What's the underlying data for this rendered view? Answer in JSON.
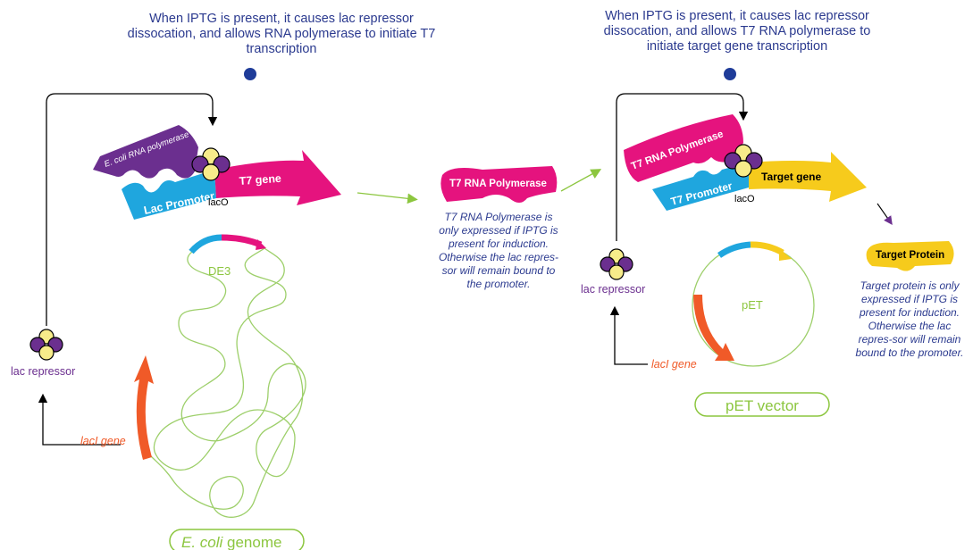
{
  "colors": {
    "caption_blue": "#2b3a8f",
    "magenta": "#e5137e",
    "cyan": "#1fa6de",
    "yellow": "#f6cb1c",
    "purple": "#6b2f8f",
    "orange": "#f05a28",
    "green": "#8cc63f",
    "pale_yellow": "#f7ec8a"
  },
  "left_panel": {
    "caption": "When IPTG is present, it causes lac repressor dissocation, and allows RNA polymerase to initiate T7 transcription",
    "polymerase_label": "E. coli RNA polymerase",
    "promoter_label": "Lac Promoter",
    "gene_label": "T7 gene",
    "operator_label": "lacO",
    "plasmid_label": "DE3",
    "repressor_label": "lac repressor",
    "laci_label": "lacI gene",
    "genome_label_italic": "E. coli",
    "genome_label_rest": " genome"
  },
  "middle": {
    "product_label": "T7 RNA Polymerase",
    "note": "T7 RNA Polymerase is only expressed if IPTG is present for induction. Otherwise the lac repres-sor will remain bound to the promoter."
  },
  "right_panel": {
    "caption": "When IPTG is present, it causes lac repressor dissocation, and allows T7 RNA polymerase to initiate target gene transcription",
    "polymerase_label": "T7 RNA Polymerase",
    "promoter_label": "T7 Promoter",
    "gene_label": "Target gene",
    "operator_label": "lacO",
    "vector_inner_label": "pET",
    "repressor_label": "lac repressor",
    "laci_label": "lacI gene",
    "vector_label": "pET vector",
    "protein_label": "Target Protein",
    "protein_note": "Target protein is only expressed if IPTG is present for induction. Otherwise the lac repres-sor will remain bound to the promoter."
  }
}
